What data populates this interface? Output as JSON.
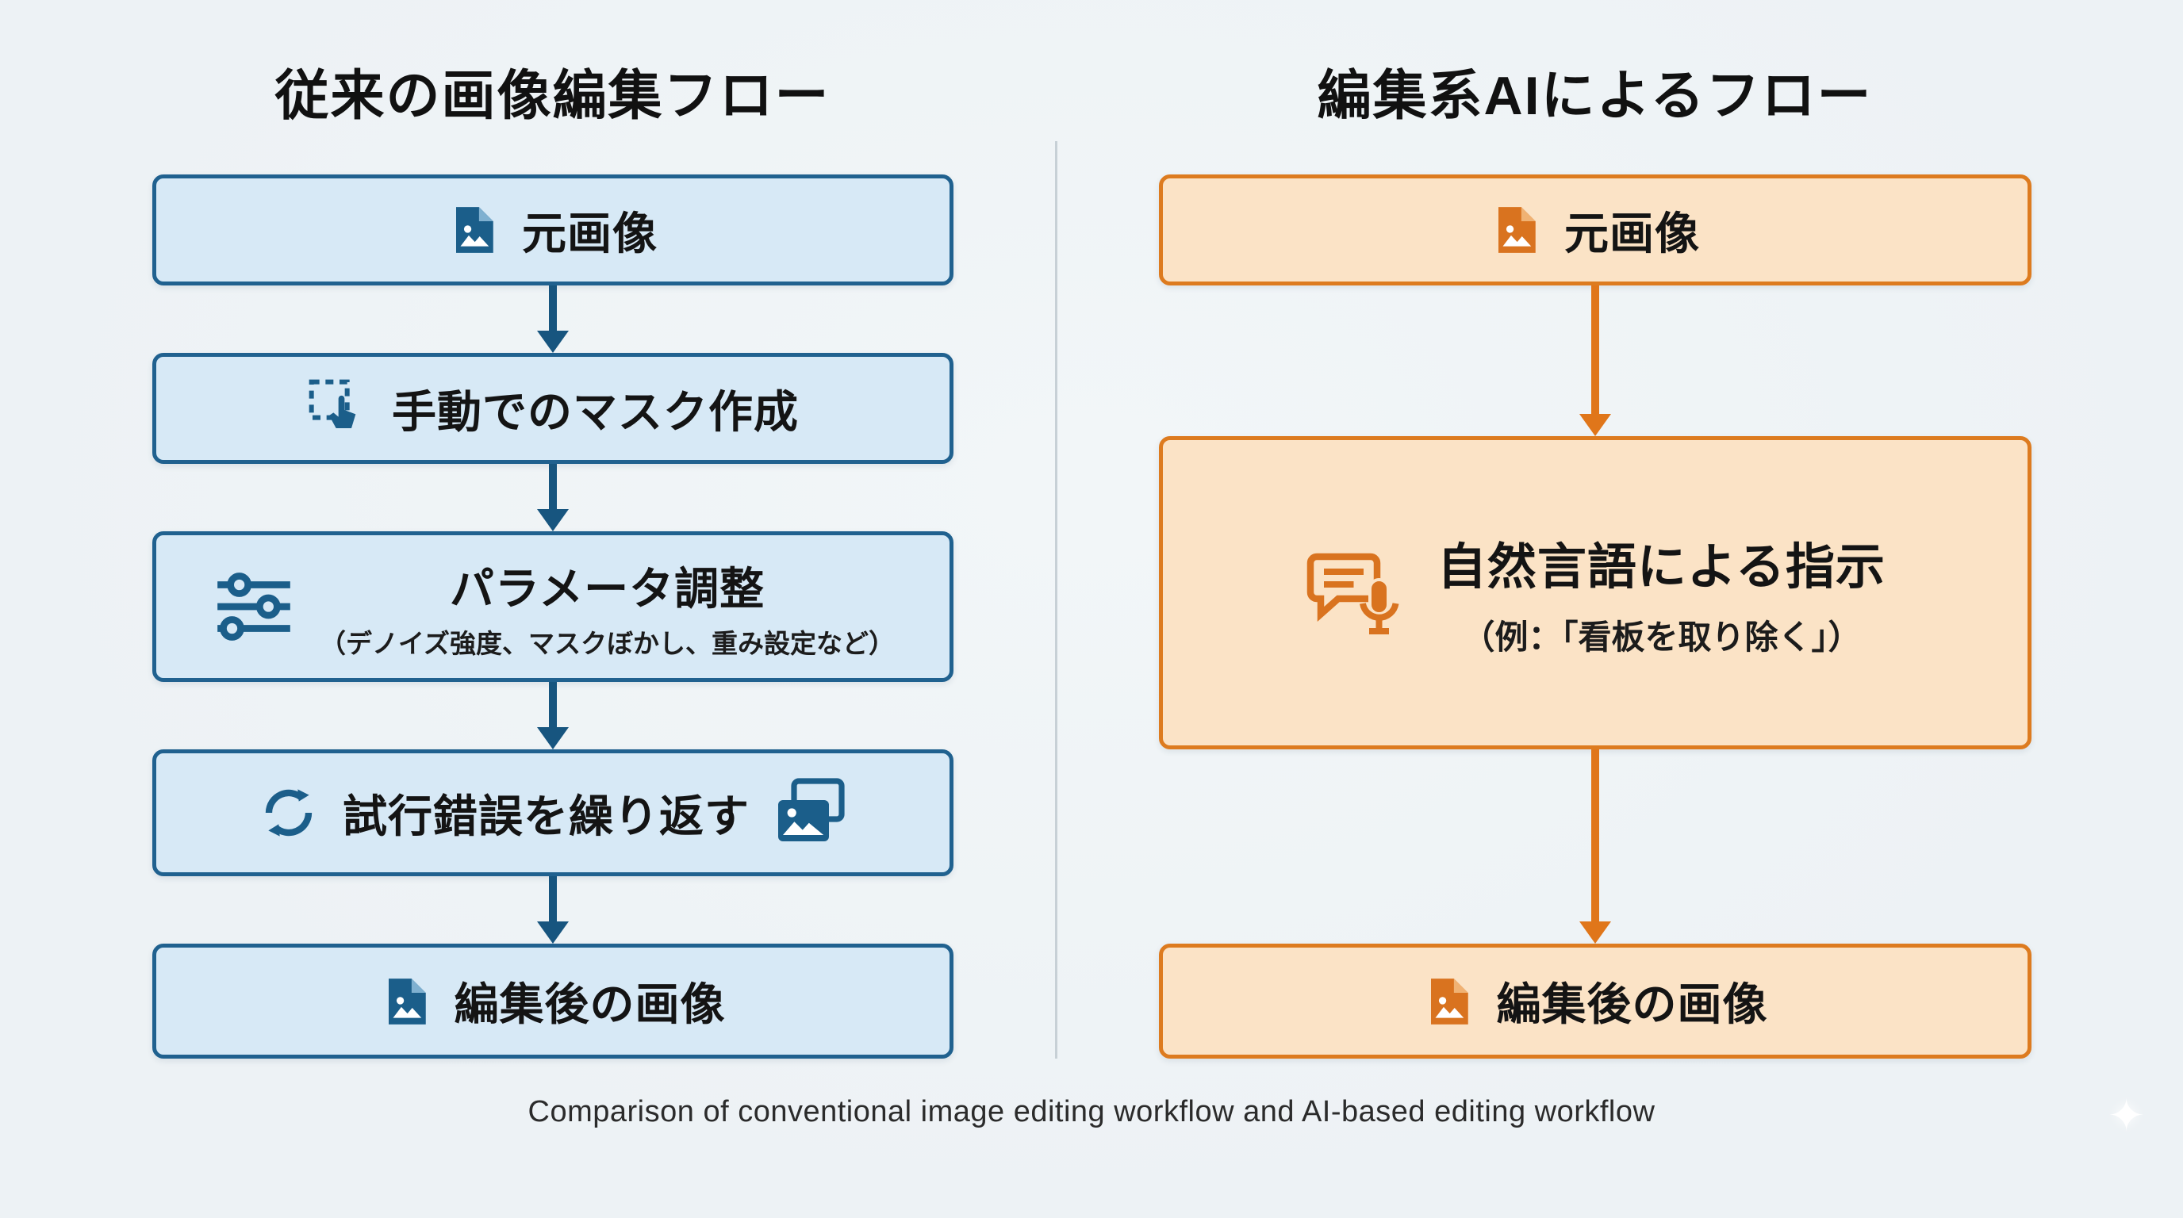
{
  "left": {
    "title": "従来の画像編集フロー",
    "steps": [
      {
        "label": "元画像",
        "icon": "image-file-icon"
      },
      {
        "label": "手動でのマスク作成",
        "icon": "mask-selection-icon"
      },
      {
        "label": "パラメータ調整",
        "sub": "（デノイズ強度、マスクぼかし、重み設定など）",
        "icon": "sliders-icon"
      },
      {
        "label": "試行錯誤を繰り返す",
        "icon": "refresh-icon",
        "icon2": "stacked-images-icon"
      },
      {
        "label": "編集後の画像",
        "icon": "image-file-icon"
      }
    ]
  },
  "right": {
    "title": "編集系AIによるフロー",
    "steps": [
      {
        "label": "元画像",
        "icon": "image-file-icon"
      },
      {
        "label": "自然言語による指示",
        "sub": "（例：「看板を取り除く」）",
        "icon": "speech-mic-icon"
      },
      {
        "label": "編集後の画像",
        "icon": "image-file-icon"
      }
    ]
  },
  "caption": {
    "text": "Comparison of conventional image editing workflow and AI-based editing workflow"
  },
  "theme": {
    "background": "#edf2f5",
    "left_border": "#20618f",
    "left_fill": "#d7e9f6",
    "left_arrow": "#17557f",
    "left_icon": "#1b5e8a",
    "right_border": "#dd7b1f",
    "right_fill": "#fbe3c6",
    "right_arrow": "#e0761a",
    "right_icon": "#d9731f",
    "divider": "#c7d0d6",
    "text": "#141414"
  }
}
